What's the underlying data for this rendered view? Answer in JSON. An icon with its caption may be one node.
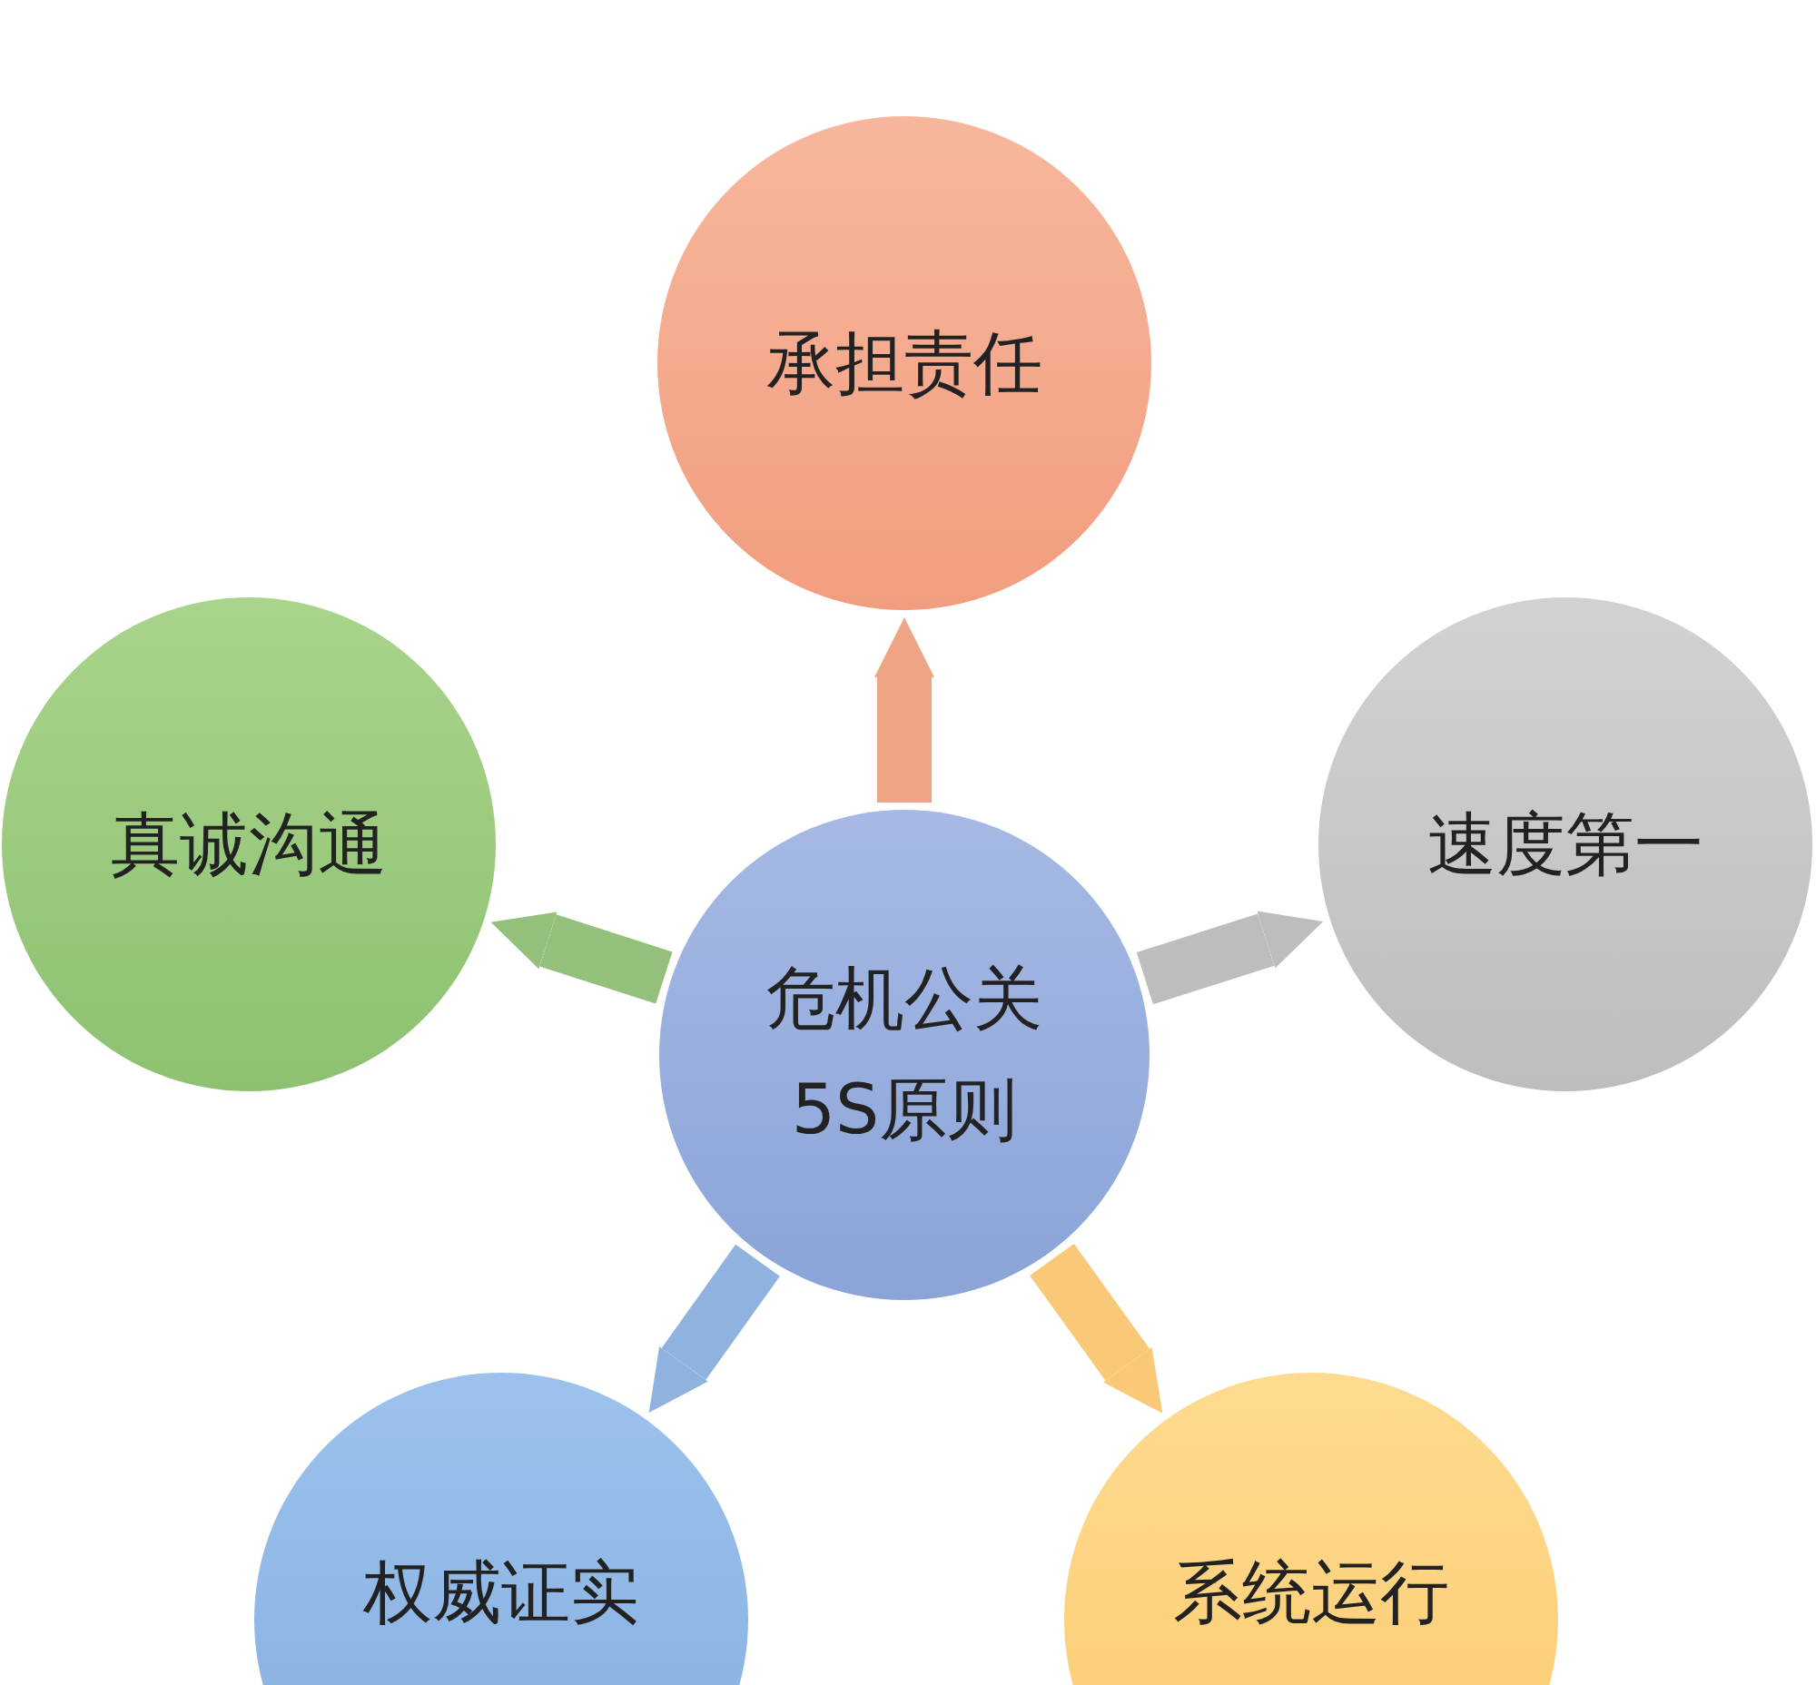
{
  "diagram": {
    "nodes": [
      {
        "text": [
          "承担责任"
        ]
      },
      {
        "text": [
          "真诚沟通"
        ]
      },
      {
        "text": [
          "危机公关 5S原则"
        ]
      },
      {
        "text": [
          "速度第一"
        ]
      },
      {
        "text": [
          "权威证实"
        ]
      },
      {
        "text": [
          "系统运行"
        ]
      }
    ],
    "edges": [
      {
        "from": 2,
        "to": 0,
        "arrow": "to",
        "color": "#f0a486"
      },
      {
        "from": 2,
        "to": 1,
        "arrow": "to",
        "color": "#93c07a"
      },
      {
        "from": 2,
        "to": 3,
        "arrow": "to",
        "color": "#bdbdbd"
      },
      {
        "from": 2,
        "to": 4,
        "arrow": "to",
        "color": "#8fb3de"
      },
      {
        "from": 2,
        "to": 5,
        "arrow": "to",
        "color": "#f9c977"
      }
    ]
  }
}
